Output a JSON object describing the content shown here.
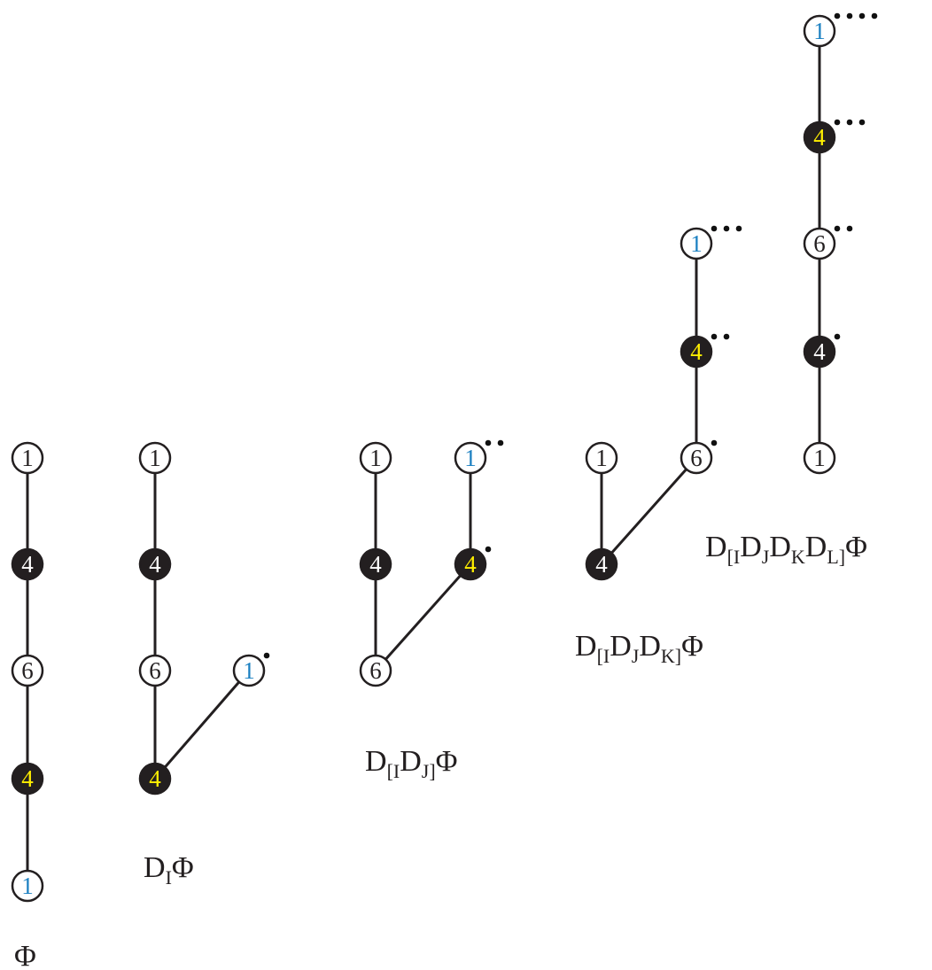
{
  "colors": {
    "line": "#231f20",
    "filled_node": "#231f20",
    "open_node": "#ffffff",
    "label_on_filled": "#ffef00",
    "label_blue": "#1a7fc1",
    "label_dark": "#231f20",
    "dots": "#111111"
  },
  "diagrams": [
    {
      "caption": [
        {
          "t": "Φ"
        }
      ],
      "nodes": [
        {
          "label": "1",
          "style": "open",
          "label_color": "dark"
        },
        {
          "label": "4",
          "style": "filled",
          "label_color": "white"
        },
        {
          "label": "6",
          "style": "open",
          "label_color": "dark"
        },
        {
          "label": "4",
          "style": "filled",
          "label_color": "yellow"
        },
        {
          "label": "1",
          "style": "open",
          "label_color": "blue"
        }
      ]
    },
    {
      "caption": [
        {
          "t": "D"
        },
        {
          "t": "I",
          "sub": true
        },
        {
          "t": "Φ"
        }
      ],
      "nodes": [
        {
          "label": "1",
          "style": "open",
          "label_color": "dark"
        },
        {
          "label": "4",
          "style": "filled",
          "label_color": "white"
        },
        {
          "label": "6",
          "style": "open",
          "label_color": "dark"
        },
        {
          "label": "4",
          "style": "filled",
          "label_color": "yellow"
        },
        {
          "label": "1",
          "style": "open",
          "label_color": "blue",
          "dots": 1
        }
      ]
    },
    {
      "caption": [
        {
          "t": "D"
        },
        {
          "t": "[I",
          "sub": true
        },
        {
          "t": "D"
        },
        {
          "t": "J]",
          "sub": true
        },
        {
          "t": "Φ"
        }
      ],
      "nodes": [
        {
          "label": "1",
          "style": "open",
          "label_color": "dark"
        },
        {
          "label": "4",
          "style": "filled",
          "label_color": "white"
        },
        {
          "label": "6",
          "style": "open",
          "label_color": "dark"
        },
        {
          "label": "4",
          "style": "filled",
          "label_color": "yellow",
          "dots": 1
        },
        {
          "label": "1",
          "style": "open",
          "label_color": "blue",
          "dots": 2
        }
      ]
    },
    {
      "caption": [
        {
          "t": "D"
        },
        {
          "t": "[I",
          "sub": true
        },
        {
          "t": "D"
        },
        {
          "t": "J",
          "sub": true
        },
        {
          "t": "D"
        },
        {
          "t": "K]",
          "sub": true
        },
        {
          "t": "Φ"
        }
      ],
      "nodes": [
        {
          "label": "1",
          "style": "open",
          "label_color": "dark"
        },
        {
          "label": "4",
          "style": "filled",
          "label_color": "white"
        },
        {
          "label": "6",
          "style": "open",
          "label_color": "dark",
          "dots": 1
        },
        {
          "label": "4",
          "style": "filled",
          "label_color": "yellow",
          "dots": 2
        },
        {
          "label": "1",
          "style": "open",
          "label_color": "blue",
          "dots": 3
        }
      ]
    },
    {
      "caption": [
        {
          "t": "D"
        },
        {
          "t": "[I",
          "sub": true
        },
        {
          "t": "D"
        },
        {
          "t": "J",
          "sub": true
        },
        {
          "t": "D"
        },
        {
          "t": "K",
          "sub": true
        },
        {
          "t": "D"
        },
        {
          "t": "L]",
          "sub": true
        },
        {
          "t": "Φ"
        }
      ],
      "nodes": [
        {
          "label": "1",
          "style": "open",
          "label_color": "dark"
        },
        {
          "label": "4",
          "style": "filled",
          "label_color": "white",
          "dots": 1
        },
        {
          "label": "6",
          "style": "open",
          "label_color": "dark",
          "dots": 2
        },
        {
          "label": "4",
          "style": "filled",
          "label_color": "yellow",
          "dots": 3
        },
        {
          "label": "1",
          "style": "open",
          "label_color": "blue",
          "dots": 4
        }
      ]
    }
  ]
}
